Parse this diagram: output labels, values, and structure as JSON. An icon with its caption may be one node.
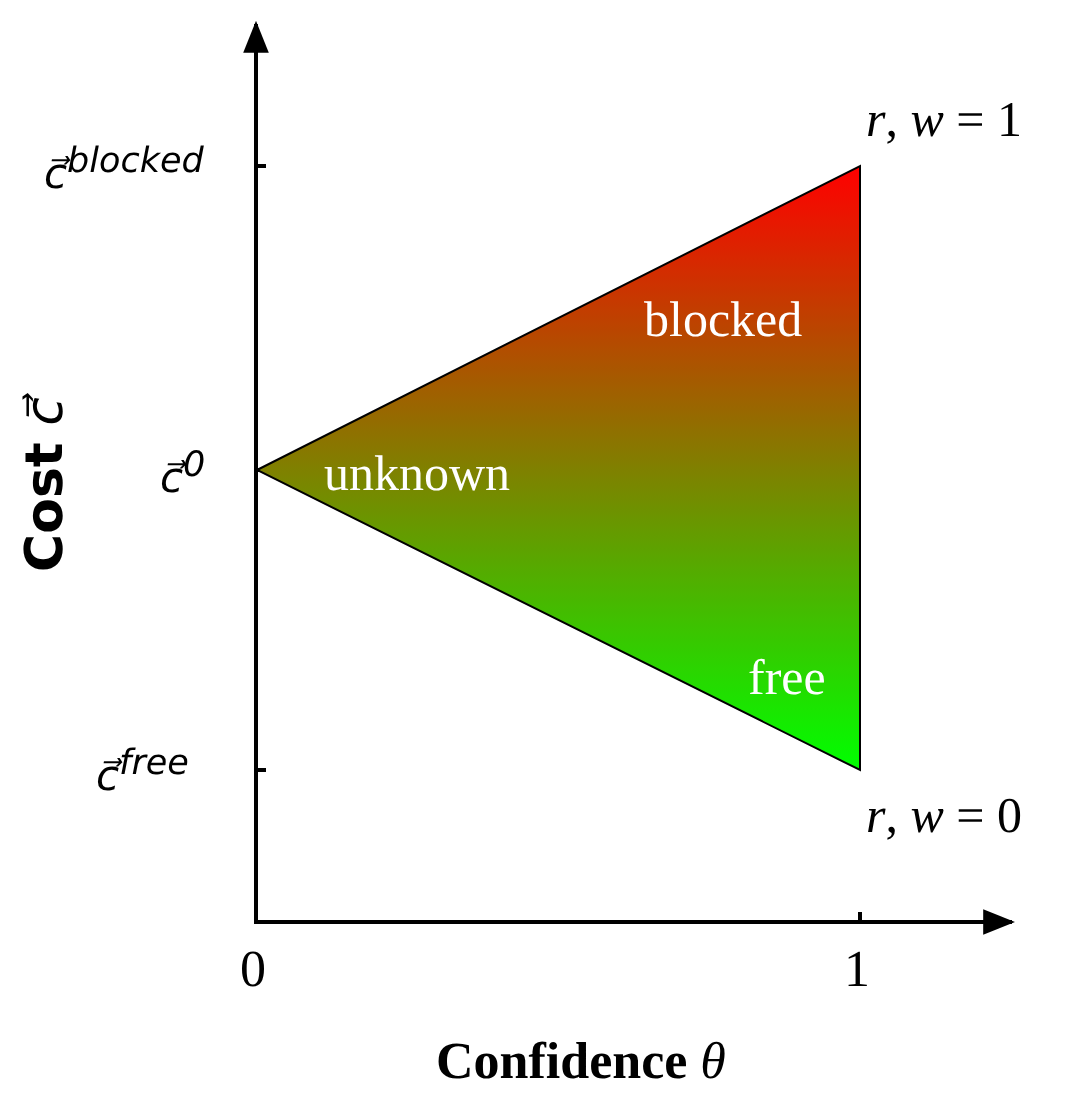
{
  "diagram": {
    "nodes": [
      {
        "text": [
          "blocked",
          "unknown",
          "free"
        ]
      }
    ],
    "edges": [],
    "labels": [
      "*r*, *w* = 1",
      "c⃗$^{blocked}$",
      "c⃗$^{0}$",
      "c⃗$^{free}$",
      "*r*, *w* = 0",
      "0",
      "1",
      "**Cost** *c⃗*",
      "**Confidence** *θ*"
    ]
  }
}
